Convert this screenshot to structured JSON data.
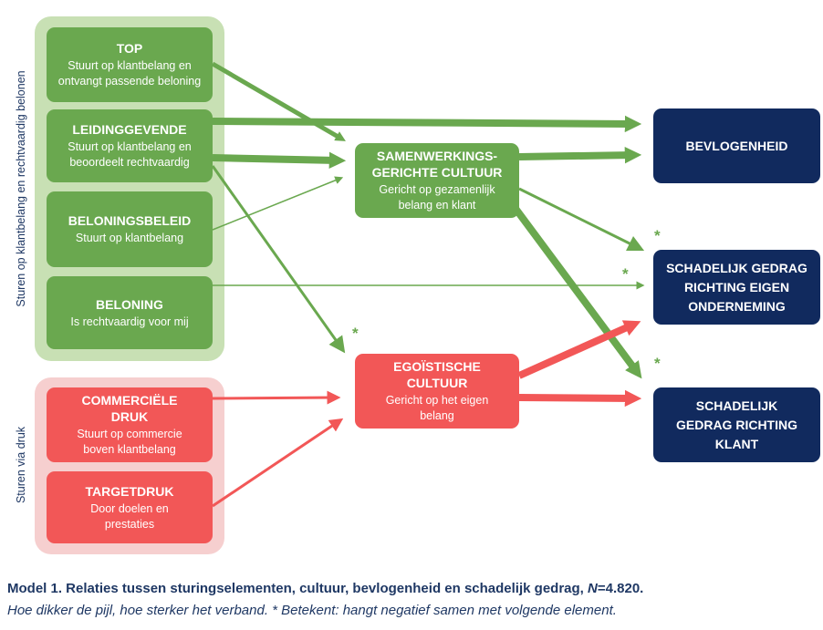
{
  "group_labels": {
    "green": "Sturen op klantbelang en rechtvaardig belonen",
    "red": "Sturen via druk"
  },
  "boxes": {
    "top": {
      "title": "TOP",
      "sub": "Stuurt op klantbelang en ontvangt passende beloning"
    },
    "leidinggevende": {
      "title": "LEIDINGGEVENDE",
      "sub": "Stuurt op klantbelang en beoordeelt rechtvaardig"
    },
    "beloningsbeleid": {
      "title": "BELONINGSBELEID",
      "sub": "Stuurt op klantbelang"
    },
    "beloning": {
      "title": "BELONING",
      "sub": "Is rechtvaardig voor mij"
    },
    "commerciele": {
      "title": "COMMERCIËLE DRUK",
      "sub": "Stuurt op commercie boven klantbelang"
    },
    "targetdruk": {
      "title": "TARGETDRUK",
      "sub": "Door doelen en prestaties"
    },
    "samenwerking": {
      "title": "SAMENWERKINGS-GERICHTE CULTUUR",
      "sub": "Gericht op gezamenlijk belang en klant"
    },
    "egoistisch": {
      "title": "EGOÏSTISCHE CULTUUR",
      "sub": "Gericht op het eigen belang"
    },
    "bevlogenheid": {
      "title": "BEVLOGENHEID"
    },
    "schadelijk_eigen": {
      "title": "SCHADELIJK GEDRAG RICHTING EIGEN ONDERNEMING"
    },
    "schadelijk_klant": {
      "title": "SCHADELIJK GEDRAG RICHTING KLANT"
    }
  },
  "star": "*",
  "caption": {
    "bold": "Model 1. Relaties tussen sturingselementen, cultuur, bevlogenheid en schadelijk gedrag,",
    "n_label": "N",
    "n_value": "=4.820.",
    "italic": "Hoe dikker de pijl, hoe sterker het verband. * Betekent: hangt negatief samen met volgende element."
  },
  "colors": {
    "green": "#6aa84f",
    "red": "#f25757",
    "navy": "#112a5e",
    "green_bg": "#c8e0b4",
    "red_bg": "#f6cfcf"
  }
}
